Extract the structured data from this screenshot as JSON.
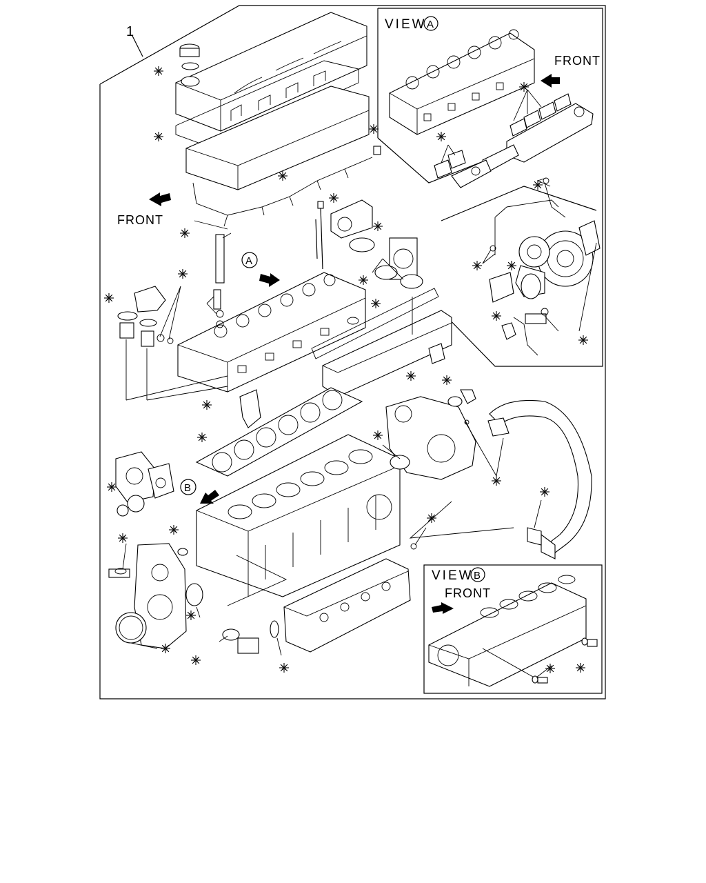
{
  "diagram": {
    "item_number": "1",
    "front_label": "FRONT",
    "view_a": {
      "title": "VIEW",
      "circle": "A",
      "front_label": "FRONT"
    },
    "view_b": {
      "title": "VIEW",
      "circle": "B",
      "front_label": "FRONT"
    },
    "callout_a": "A",
    "callout_b": "B",
    "marker_symbol": "※"
  }
}
